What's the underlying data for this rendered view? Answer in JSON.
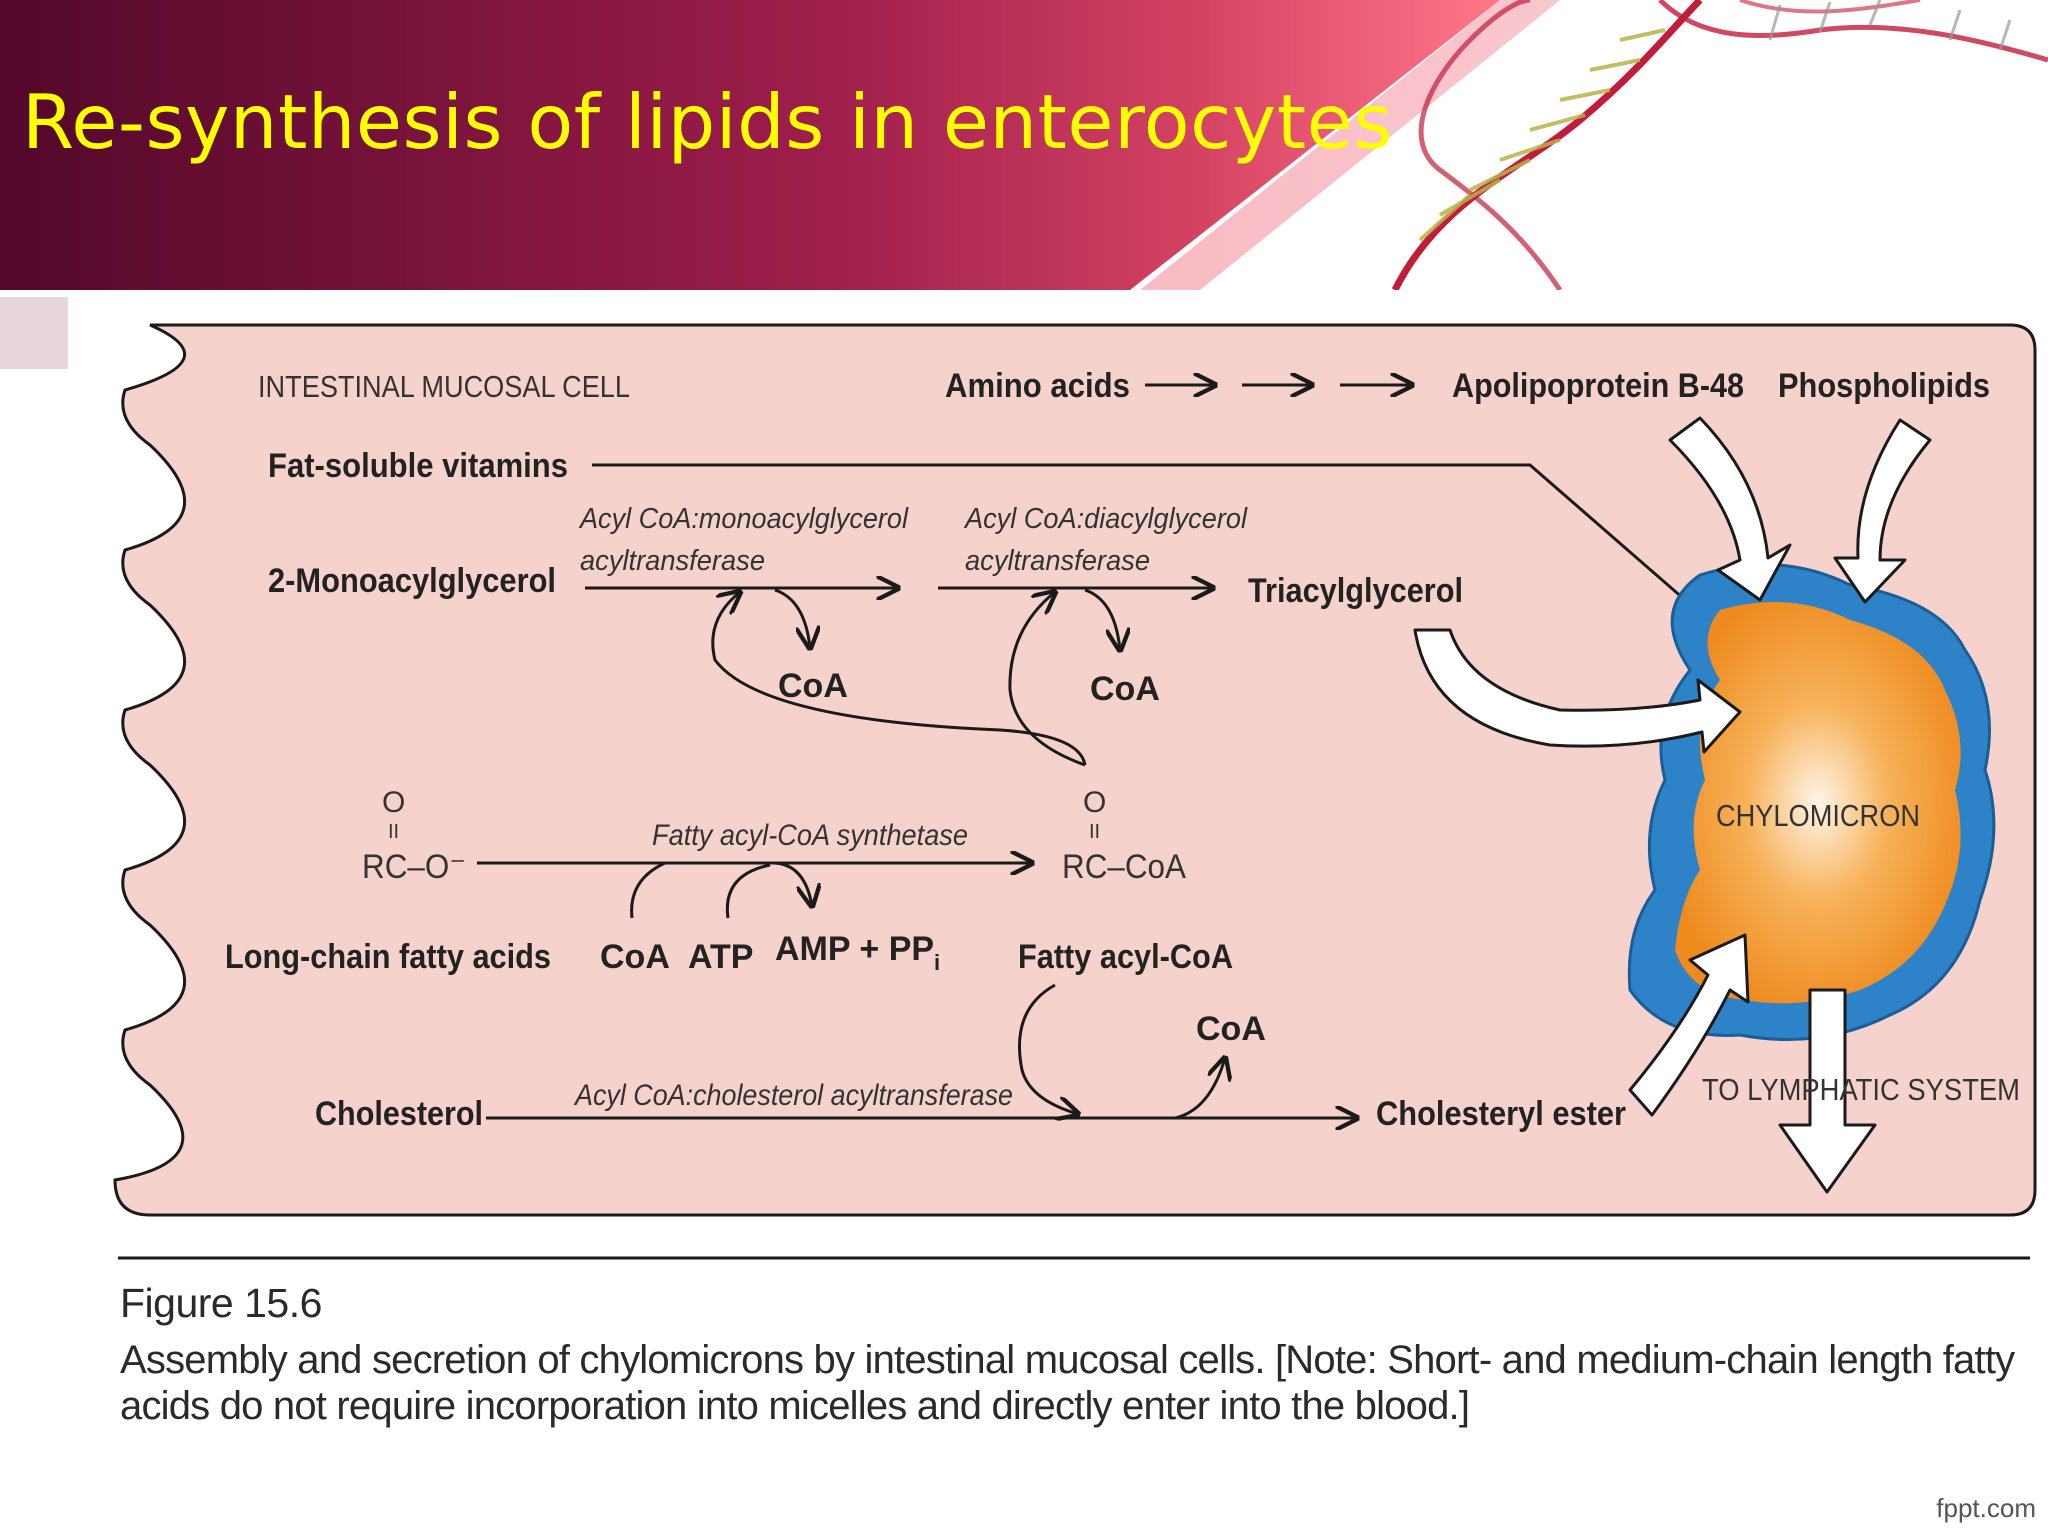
{
  "slide": {
    "title": "Re-synthesis of lipids in enterocytes",
    "footer": "fppt.com"
  },
  "diagram": {
    "cell_label": "INTESTINAL MUCOSAL CELL",
    "amino_acids": "Amino acids",
    "apolipoprotein": "Apolipoprotein B-48",
    "phospholipids": "Phospholipids",
    "fat_soluble_vitamins": "Fat-soluble vitamins",
    "monoacylglycerol": "2-Monoacylglycerol",
    "enzyme_mag_line1": "Acyl CoA:monoacylglycerol",
    "enzyme_mag_line2": "acyltransferase",
    "enzyme_dag_line1": "Acyl CoA:diacylglycerol",
    "enzyme_dag_line2": "acyltransferase",
    "triacylglycerol": "Triacylglycerol",
    "coa": "CoA",
    "carbonyl_o": "O",
    "carboxylate": "RC–O⁻",
    "acyl_coa_formula": "RC–CoA",
    "enzyme_synthetase": "Fatty acyl-CoA synthetase",
    "long_chain_fatty_acids": "Long-chain fatty acids",
    "atp": "ATP",
    "amp_pp": "AMP + PP",
    "amp_pp_subscript": "i",
    "fatty_acyl_coa": "Fatty acyl-CoA",
    "cholesterol": "Cholesterol",
    "enzyme_cholesterol": "Acyl CoA:cholesterol acyltransferase",
    "cholesteryl_ester": "Cholesteryl ester",
    "chylomicron": "CHYLOMICRON",
    "to_lymphatic": "TO LYMPHATIC SYSTEM"
  },
  "caption": {
    "figure_label": "Figure 15.6",
    "text": "Assembly and secretion of chylomicrons by intestinal mucosal cells. [Note: Short- and medium-chain length fatty acids do not require incorporation into micelles and directly enter into the blood.]"
  },
  "colors": {
    "header_dark": "#5a0a2e",
    "header_light": "#e2506a",
    "title": "#ffff00",
    "cell_fill": "#f6d2cd",
    "chylomicron_core": "#f5932a",
    "chylomicron_shell": "#2d82c8"
  },
  "icons": [
    "dna-helix-icon"
  ]
}
